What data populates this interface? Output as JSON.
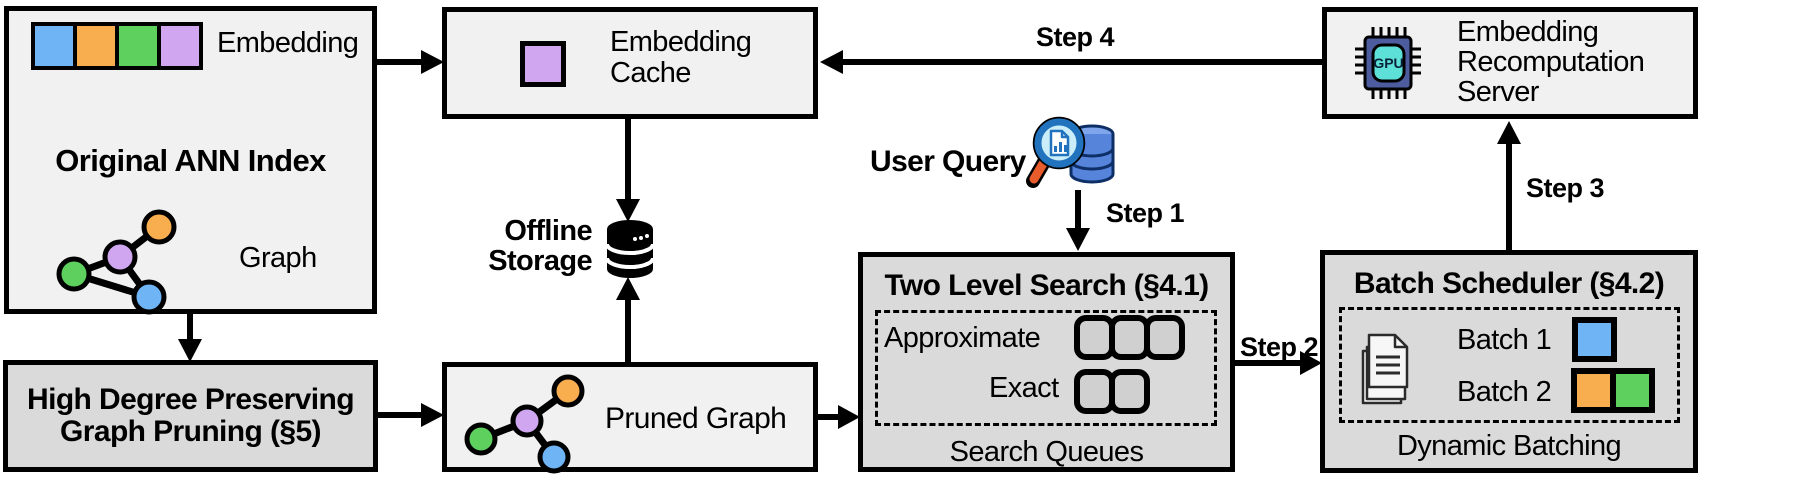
{
  "palette": {
    "blue": "#6FB5F6",
    "orange": "#F8AD4E",
    "green": "#5ED05E",
    "purple": "#CFA6EF",
    "box_light": "#f1f1f1",
    "box_gray": "#dadada",
    "queue_fill": "#d0d0d0",
    "gpu_chip_body": "#4D5C9E",
    "gpu_chip_core": "#5CE0D8",
    "query_db_body": "#5784DB",
    "query_db_top": "#7FA6EC",
    "query_db_outline": "#0D2F66",
    "lens_fill": "#C9EDF9",
    "lens_rim": "#2173BE",
    "handle_orange": "#E85C2B"
  },
  "boxes": {
    "original_index": {
      "title": "Original ANN Index",
      "embedding_label": "Embedding",
      "graph_label": "Graph",
      "embedding_swatches": [
        "blue",
        "orange",
        "green",
        "purple"
      ]
    },
    "embedding_cache": {
      "line1": "Embedding",
      "line2": "Cache",
      "swatches": [
        "purple"
      ]
    },
    "recompute_server": {
      "line1": "Embedding",
      "line2": "Recomputation",
      "line3": "Server",
      "gpu_icon_label": "GPU"
    },
    "offline_storage": {
      "line1": "Offline",
      "line2": "Storage"
    },
    "user_query": {
      "label": "User Query"
    },
    "high_degree_pruning": {
      "line1": "High Degree Preserving",
      "line2": "Graph Pruning (§5)"
    },
    "pruned_graph": {
      "label": "Pruned Graph"
    },
    "two_level_search": {
      "title": "Two Level Search (§4.1)",
      "approximate_label": "Approximate",
      "exact_label": "Exact",
      "approximate_queue_count": 3,
      "exact_queue_count": 2,
      "footer": "Search Queues"
    },
    "batch_scheduler": {
      "title": "Batch Scheduler (§4.2)",
      "batch1_label": "Batch 1",
      "batch2_label": "Batch 2",
      "batch1_swatches": [
        "blue"
      ],
      "batch2_swatches": [
        "orange",
        "green"
      ],
      "footer": "Dynamic Batching"
    }
  },
  "steps": {
    "step1": "Step 1",
    "step2": "Step 2",
    "step3": "Step 3",
    "step4": "Step 4"
  }
}
